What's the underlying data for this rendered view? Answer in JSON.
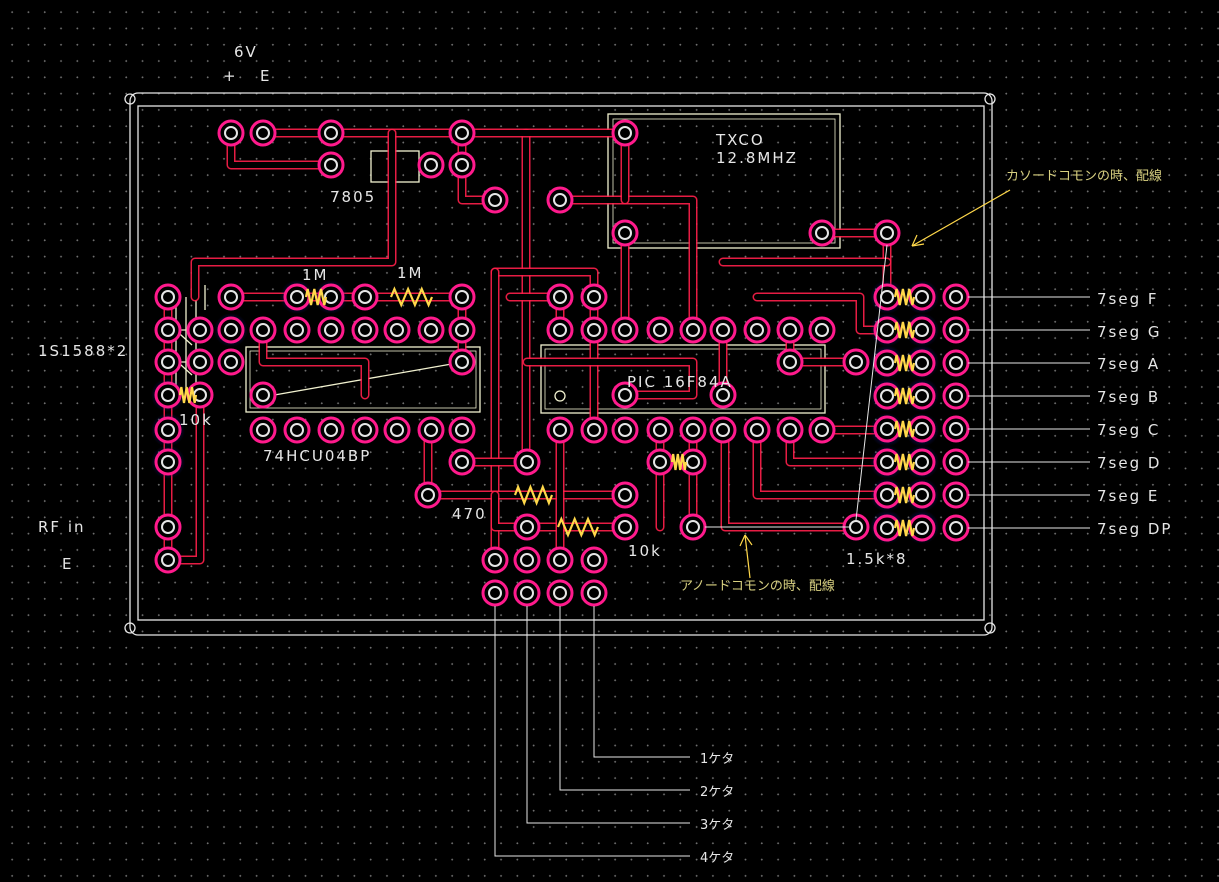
{
  "colors": {
    "background": "#000000",
    "grid_dot": "#6e6e6e",
    "trace": "#ff1f4a",
    "pad_ring": "#ff1a8c",
    "pad_glow": "#1a1aa0",
    "silk": "#f2f2d0",
    "board_outline": "#e6e6e6",
    "annotation": "#ffd84a",
    "leader": "#e6e6e6",
    "label_text": "#e6e6e6"
  },
  "power": {
    "voltage": "6V",
    "plus": "+",
    "ground": "E"
  },
  "components": {
    "regulator": "7805",
    "oscillator_name": "TXCO",
    "oscillator_freq": "12.8MHZ",
    "diodes": "1S1588*2",
    "r_1m_a": "1M",
    "r_1m_b": "1M",
    "r_10k_a": "10k",
    "inverter": "74HCU04BP",
    "r_470": "470",
    "r_10k_b": "10k",
    "mcu": "PIC 16F84A",
    "resistor_array": "1.5k*8"
  },
  "rf_input": {
    "signal": "RF in",
    "ground": "E"
  },
  "annotations": {
    "cathode_common": "カソードコモンの時、配線",
    "anode_common": "アノードコモンの時、配線"
  },
  "segments": [
    "7seg F",
    "7seg G",
    "7seg A",
    "7seg B",
    "7seg C",
    "7seg D",
    "7seg E",
    "7seg DP"
  ],
  "digits": [
    "1ケタ",
    "2ケタ",
    "3ケタ",
    "4ケタ"
  ]
}
